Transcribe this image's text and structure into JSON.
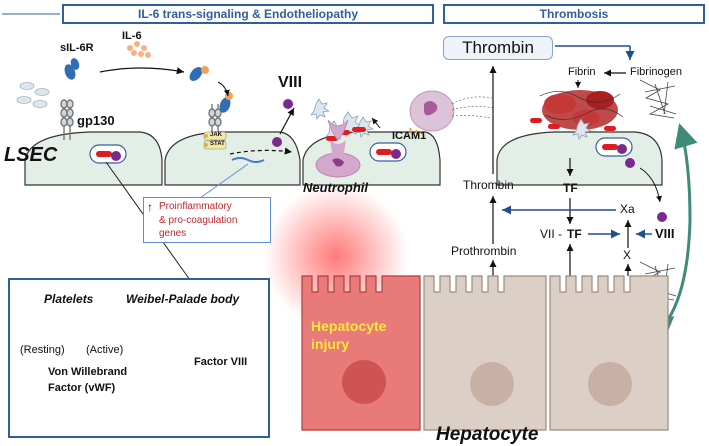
{
  "headers": {
    "left": "IL-6 trans-signaling  & Endotheliopathy",
    "right": "Thrombosis"
  },
  "labels": {
    "sil6r": "sIL-6R",
    "il6": "IL-6",
    "gp130": "gp130",
    "viii_top": "VIII",
    "jak": "JAK",
    "stat": "STAT",
    "icam1": "ICAM1",
    "lsec": "LSEC",
    "neutrophil": "Neutrophil",
    "genes_arrow": "↑",
    "genes_line1": "Proinflammatory",
    "genes_line2": "& pro-coagulation",
    "genes_line3": "genes",
    "thrombin_box": "Thrombin",
    "fibrin": "Fibrin",
    "fibrinogen": "Fibrinogen",
    "thrombin": "Thrombin",
    "tf": "TF",
    "xa": "Xa",
    "vii": "VII -",
    "tf2": "TF",
    "viii_right": "VIII",
    "x": "X",
    "prothrombin": "Prothrombin",
    "hepatocyte_injury_1": "Hepatocyte",
    "hepatocyte_injury_2": "injury",
    "hepatocyte": "Hepatocyte"
  },
  "legend": {
    "platelets": "Platelets",
    "weibel": "Weibel-Palade body",
    "resting": "(Resting)",
    "active": "(Active)",
    "factor8": "Factor VIII",
    "vwf1": "Von Willebrand",
    "vwf2": "Factor (vWF)"
  },
  "colors": {
    "header_blue": "#2f5f9e",
    "cell_fill": "#e3efe6",
    "injured_fill": "#e87a7a",
    "hepatocyte_fill": "#dccfc6",
    "vwf_red": "#e11b22",
    "factor8_purple": "#7a2a8f",
    "gene_text_red": "#c0282d",
    "injury_text_yellow": "#ffe93b",
    "arrow_blue": "#1f4f8f",
    "arrow_teal": "#3f8a78"
  }
}
